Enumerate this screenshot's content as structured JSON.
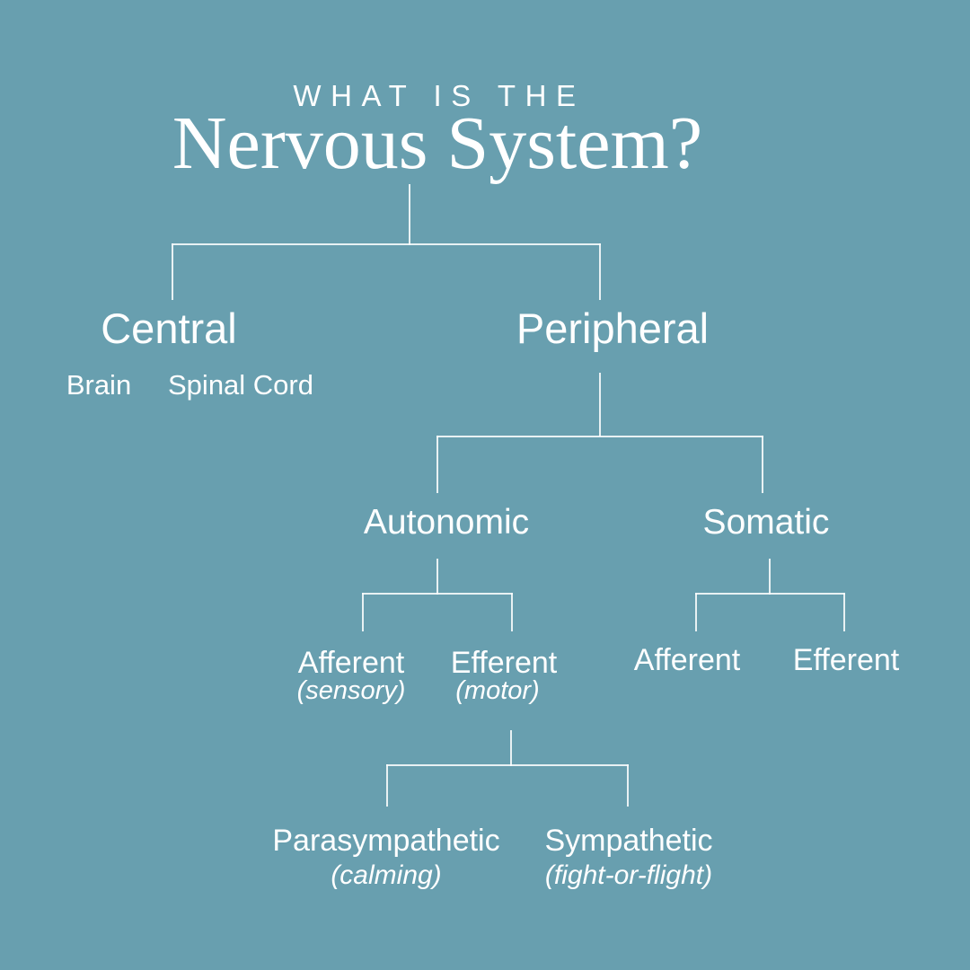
{
  "colors": {
    "background": "#689FAF",
    "text": "#FFFFFF",
    "line": "#FFFFFF"
  },
  "title": {
    "eyebrow": "WHAT IS THE",
    "main": "Nervous System?"
  },
  "tree": {
    "central": {
      "label": "Central",
      "parts": [
        "Brain",
        "Spinal Cord"
      ]
    },
    "peripheral": {
      "label": "Peripheral",
      "autonomic": {
        "label": "Autonomic",
        "afferent": {
          "label": "Afferent",
          "sublabel": "(sensory)"
        },
        "efferent": {
          "label": "Efferent",
          "sublabel": "(motor)",
          "parasympathetic": {
            "label": "Parasympathetic",
            "sublabel": "(calming)"
          },
          "sympathetic": {
            "label": "Sympathetic",
            "sublabel": "(fight-or-flight)"
          }
        }
      },
      "somatic": {
        "label": "Somatic",
        "afferent": {
          "label": "Afferent"
        },
        "efferent": {
          "label": "Efferent"
        }
      }
    }
  }
}
